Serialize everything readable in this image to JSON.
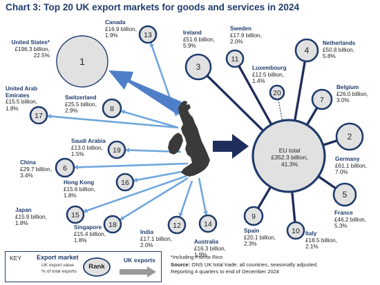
{
  "title": "Chart 3: Top 20 UK export markets for goods and services in 2024",
  "colors": {
    "navy": "#1f3b6b",
    "dark_line": "#1f2d5c",
    "light_line": "#6fa6dc",
    "bubble_fill": "#e1e1e1",
    "bubble_stroke": "#1f3b6b",
    "arrow_light": "#4f7fc8",
    "map_fill": "#3a3a3a"
  },
  "markets": [
    {
      "rank": "1",
      "name": "United States*",
      "value": "£196.3 billion,",
      "share": "22.5%"
    },
    {
      "rank": "2",
      "name": "Germany",
      "value": "£61.1 billion,",
      "share": "7.0%"
    },
    {
      "rank": "3",
      "name": "Ireland",
      "value": "£51.6 billion,",
      "share": "5.9%"
    },
    {
      "rank": "4",
      "name": "Netherlands",
      "value": "£50.8 billion,",
      "share": "5.8%"
    },
    {
      "rank": "5",
      "name": "France",
      "value": "£46.2 billion,",
      "share": "5.3%"
    },
    {
      "rank": "6",
      "name": "China",
      "value": "£29.7 billion,",
      "share": "3.4%"
    },
    {
      "rank": "7",
      "name": "Belgium",
      "value": "£26.0 billion,",
      "share": "3.0%"
    },
    {
      "rank": "8",
      "name": "Switzerland",
      "value": "£25.5 billion,",
      "share": "2.9%"
    },
    {
      "rank": "9",
      "name": "Spain",
      "value": "£20.1 billion,",
      "share": "2.3%"
    },
    {
      "rank": "10",
      "name": "Italy",
      "value": "£18.5 billion,",
      "share": "2.1%"
    },
    {
      "rank": "11",
      "name": "Sweden",
      "value": "£17.9 billion,",
      "share": "2.0%"
    },
    {
      "rank": "12",
      "name": "India",
      "value": "£17.1 billion,",
      "share": "2.0%"
    },
    {
      "rank": "13",
      "name": "Canada",
      "value": "£16.9 billion,",
      "share": "1.9%"
    },
    {
      "rank": "14",
      "name": "Australia",
      "value": "£16.3 billion,",
      "share": "1.9%"
    },
    {
      "rank": "15",
      "name": "Japan",
      "value": "£15.9 billion,",
      "share": "1.8%"
    },
    {
      "rank": "16",
      "name": "Hong Kong",
      "value": "£15.6 billion,",
      "share": "1.8%"
    },
    {
      "rank": "17",
      "name": "United Arab Emirates",
      "value": "£15.5 billion,",
      "share": "1.8%"
    },
    {
      "rank": "18",
      "name": "Singapore",
      "value": "£15.4 billion,",
      "share": "1.8%"
    },
    {
      "rank": "19",
      "name": "Saudi Arabia",
      "value": "£13.0 billion,",
      "share": "1.5%"
    },
    {
      "rank": "20",
      "name": "Luxembourg",
      "value": "£12.5 billion,",
      "share": "1.4%"
    }
  ],
  "eu_total": {
    "name": "EU total",
    "value": "£352.3 billion,",
    "share": "41.3%"
  },
  "key": {
    "title": "KEY",
    "market": "Export market",
    "value_line": "UK export value",
    "share_line": "% of total exports",
    "rank": "Rank",
    "exports": "UK exports"
  },
  "notes": {
    "footnote": "*Including Puerto Rico",
    "source_label": "Source:",
    "source_text": "ONS UK total trade: all countries, seasonally adjusted.",
    "period": "Reporting 4 quarters to end of December 2024"
  }
}
